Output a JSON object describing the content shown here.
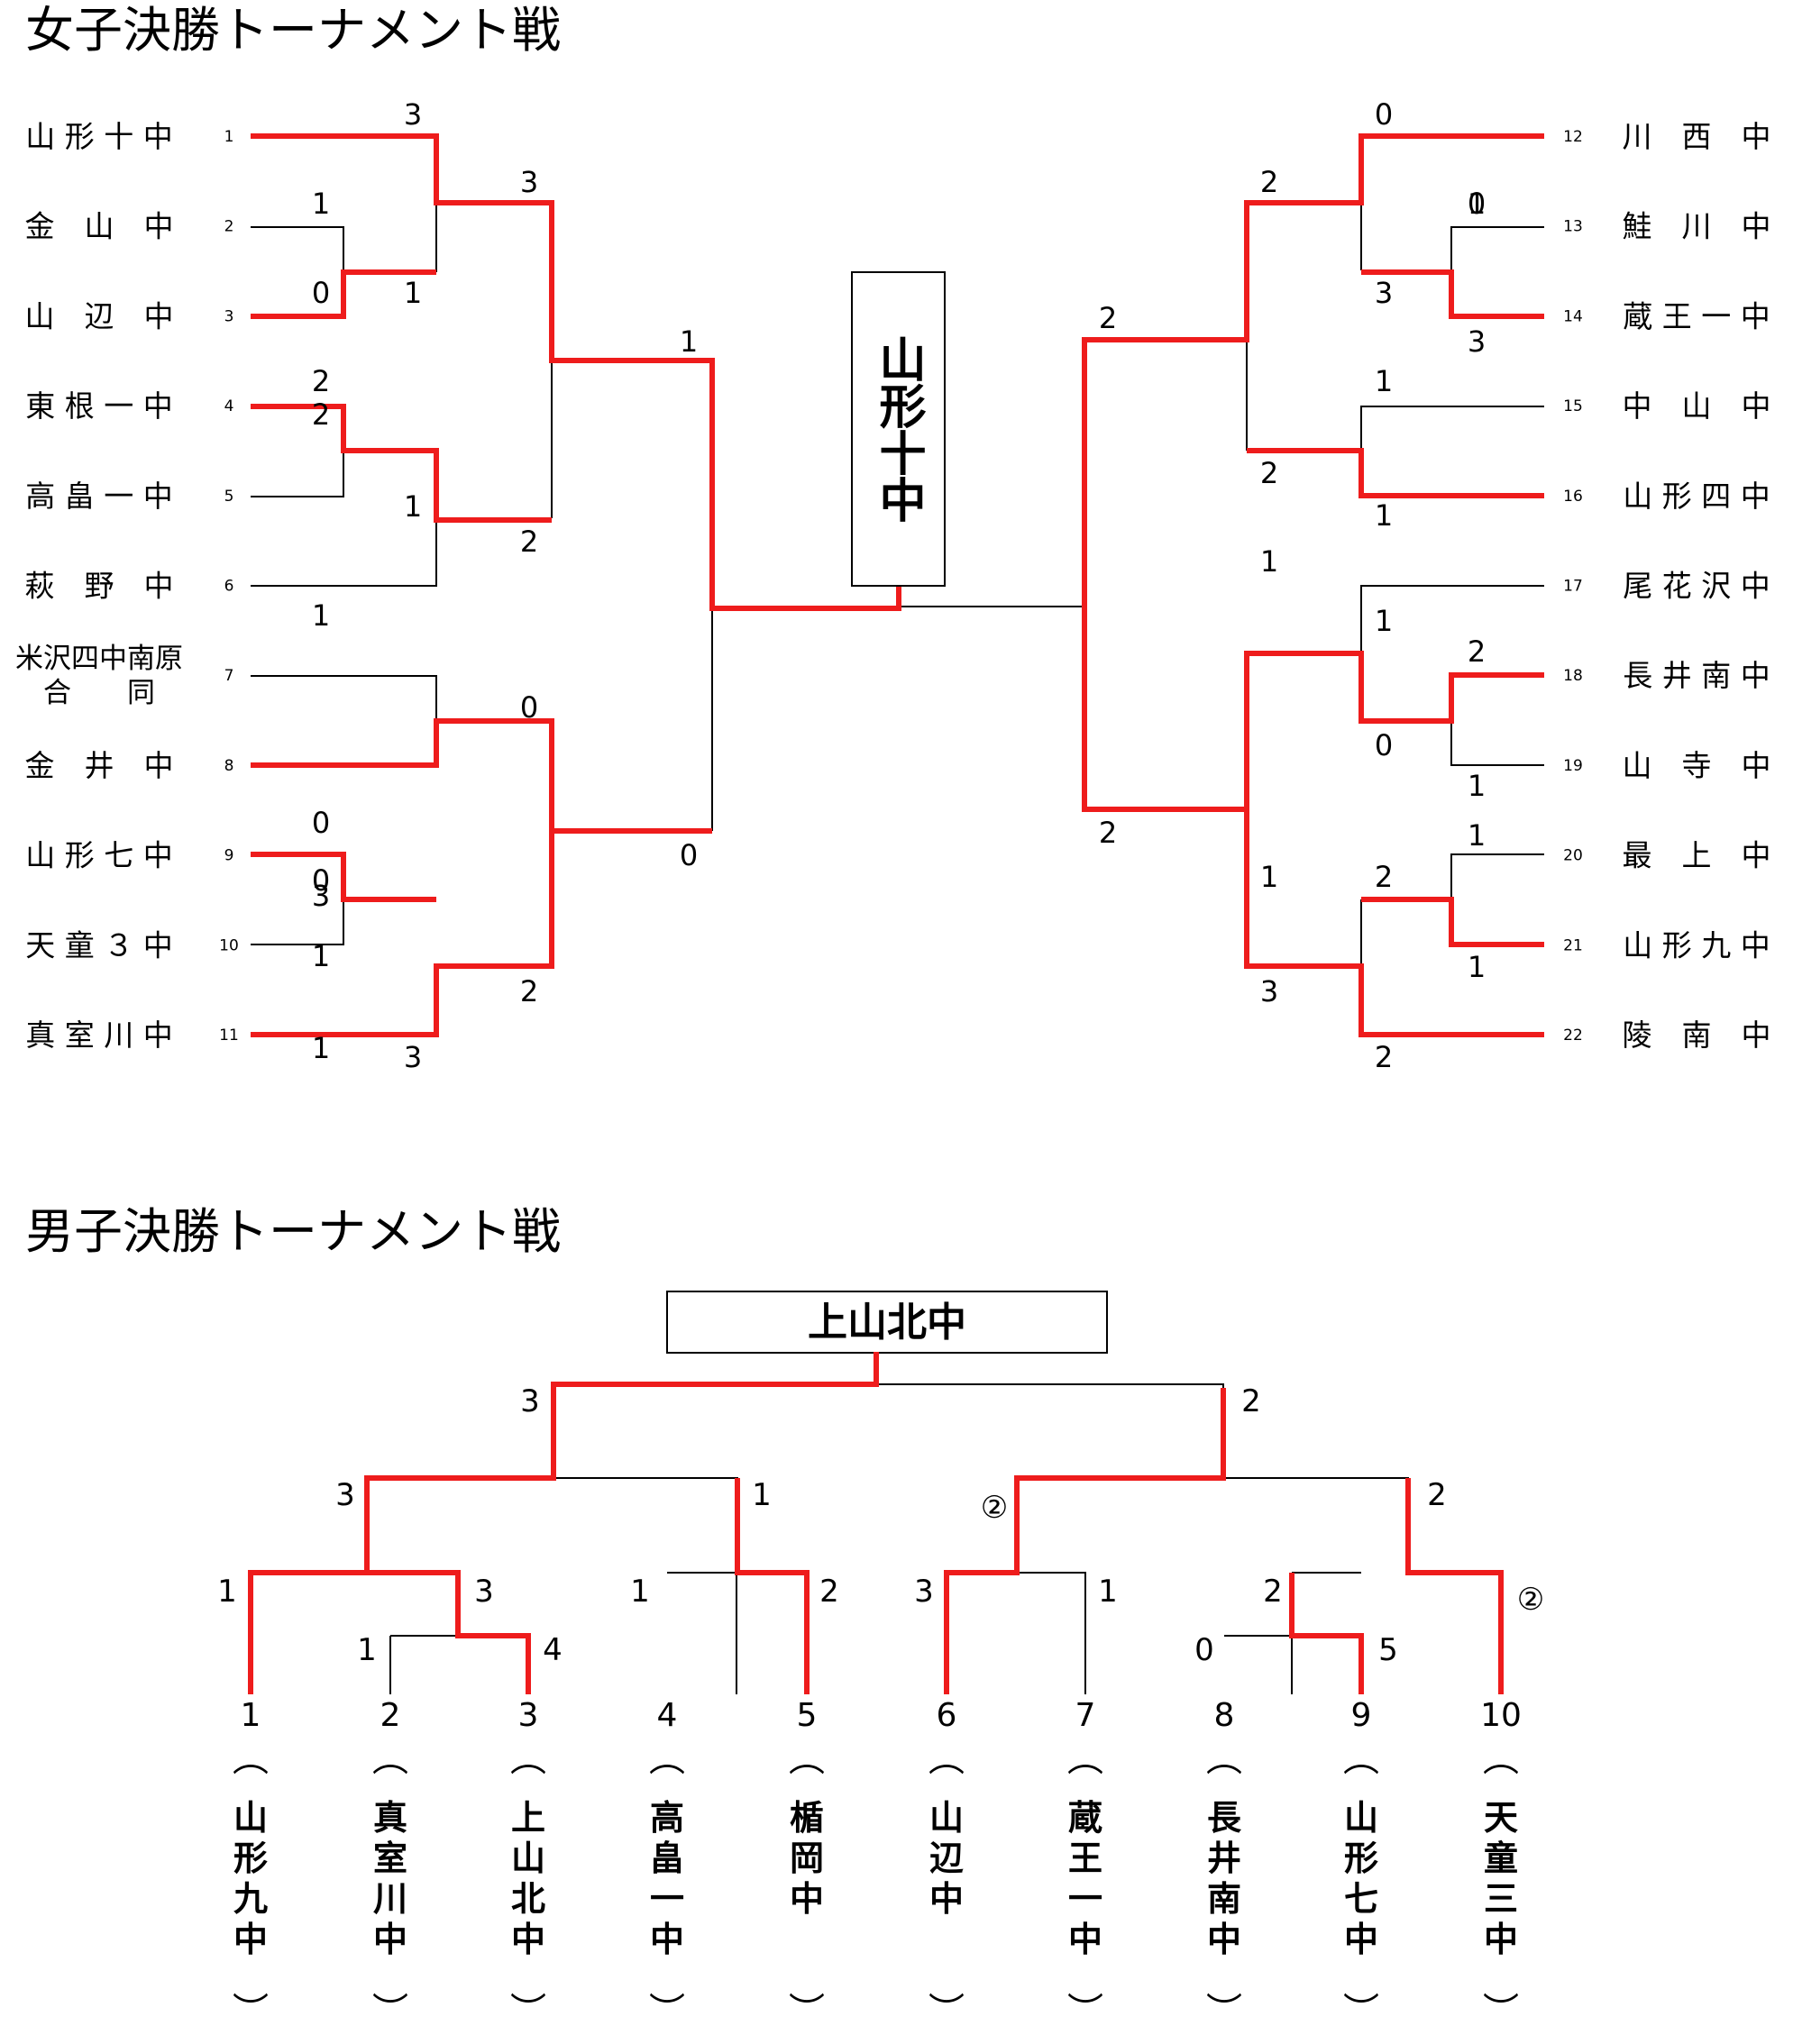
{
  "colors": {
    "winner": "#ee1c1c",
    "line": "#000000",
    "text": "#000000"
  },
  "women": {
    "title": "女子決勝トーナメント戦",
    "champion": "山形十中",
    "teams": [
      {
        "num": "1",
        "name": "山 形 十 中"
      },
      {
        "num": "2",
        "name": "金　山　中"
      },
      {
        "num": "3",
        "name": "山　辺　中"
      },
      {
        "num": "4",
        "name": "東 根 一 中"
      },
      {
        "num": "5",
        "name": "高 畠 一 中"
      },
      {
        "num": "6",
        "name": "萩　野　中"
      },
      {
        "num": "7",
        "name": "米沢四中南原",
        "name2": "合　　同"
      },
      {
        "num": "8",
        "name": "金　井　中"
      },
      {
        "num": "9",
        "name": "山 形 七 中"
      },
      {
        "num": "10",
        "name": "天 童 ３ 中"
      },
      {
        "num": "11",
        "name": "真 室 川 中"
      },
      {
        "num": "12",
        "name": "川　西　中"
      },
      {
        "num": "13",
        "name": "鮭　川　中"
      },
      {
        "num": "14",
        "name": "蔵 王 一 中"
      },
      {
        "num": "15",
        "name": "中　山　中"
      },
      {
        "num": "16",
        "name": "山 形 四 中"
      },
      {
        "num": "17",
        "name": "尾 花 沢 中"
      },
      {
        "num": "18",
        "name": "長 井 南 中"
      },
      {
        "num": "19",
        "name": "山　寺　中"
      },
      {
        "num": "20",
        "name": "最　上　中"
      },
      {
        "num": "21",
        "name": "山 形 九 中"
      },
      {
        "num": "22",
        "name": "陵　南　中"
      }
    ],
    "scores": [
      "3",
      "1",
      "0",
      "2",
      "3",
      "2",
      "2",
      "1",
      "1",
      "1",
      "3",
      "1",
      "1",
      "0",
      "2",
      "0",
      "3",
      "0",
      "0",
      "1",
      "2",
      "2",
      "2",
      "0",
      "1",
      "3",
      "3",
      "2",
      "1",
      "1",
      "1",
      "1",
      "2",
      "0",
      "0",
      "1",
      "1",
      "2",
      "1",
      "1",
      "3",
      "2"
    ]
  },
  "men": {
    "title": "男子決勝トーナメント戦",
    "champion": "上山北中",
    "teams": [
      {
        "num": "1",
        "name": "山形九中"
      },
      {
        "num": "2",
        "name": "真室川中"
      },
      {
        "num": "3",
        "name": "上山北中"
      },
      {
        "num": "4",
        "name": "高畠一中"
      },
      {
        "num": "5",
        "name": "楯岡中"
      },
      {
        "num": "6",
        "name": "山辺中"
      },
      {
        "num": "7",
        "name": "蔵王一中"
      },
      {
        "num": "8",
        "name": "長井南中"
      },
      {
        "num": "9",
        "name": "山形七中"
      },
      {
        "num": "10",
        "name": "天童三中"
      }
    ],
    "scores": [
      "3",
      "2",
      "3",
      "1",
      "②",
      "2",
      "1",
      "3",
      "1",
      "4",
      "1",
      "2",
      "3",
      "1",
      "2",
      "②",
      "0",
      "5"
    ],
    "paren_open": "︵",
    "paren_close": "︶"
  }
}
